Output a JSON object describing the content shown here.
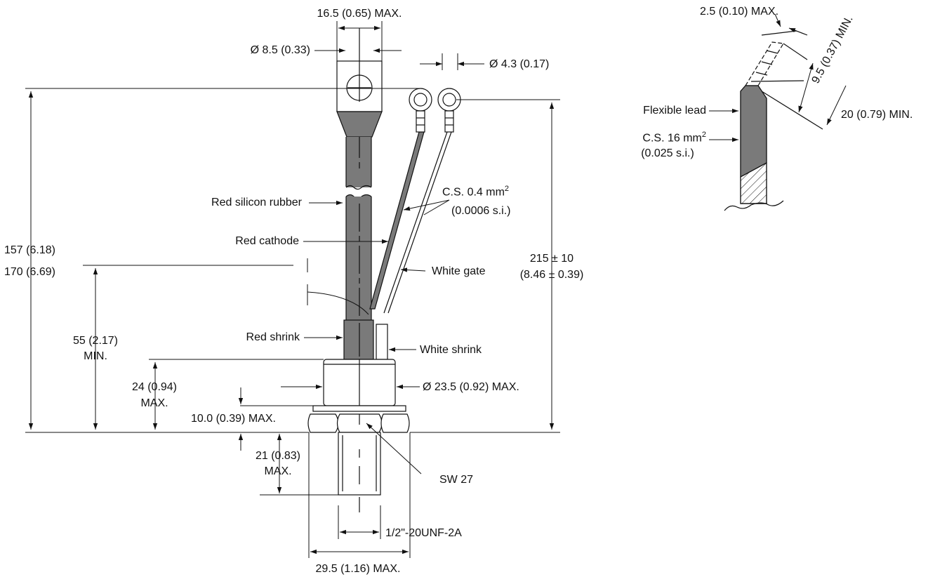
{
  "labels": {
    "top_width": "16.5 (0.65) MAX.",
    "hole_dia": "Ø 8.5 (0.33)",
    "ring_dia": "Ø 4.3 (0.17)",
    "red_silicon_rubber": "Red silicon rubber",
    "red_cathode": "Red cathode",
    "cs_small": "C.S. 0.4 mm",
    "cs_small_exp": "2",
    "cs_small_si": "(0.0006 s.i.)",
    "white_gate": "White gate",
    "lead_length_mm": "215 ± 10",
    "lead_length_in": "(8.46 ± 0.39)",
    "height_a": "157 (6.18)",
    "height_b": "170 (6.69)",
    "min55_a": "55 (2.17)",
    "min55_b": "MIN.",
    "red_shrink": "Red shrink",
    "white_shrink": "White shrink",
    "h24_a": "24 (0.94)",
    "h24_b": "MAX.",
    "body_dia": "Ø 23.5 (0.92) MAX.",
    "h10": "10.0 (0.39) MAX.",
    "h21_a": "21 (0.83)",
    "h21_b": "MAX.",
    "sw": "SW 27",
    "thread": "1/2\"-20UNF-2A",
    "width_bottom": "29.5 (1.16) MAX.",
    "detail_25": "2.5 (0.10) MAX.",
    "detail_95": "9.5 (0.37) MIN.",
    "detail_20": "20 (0.79) MIN.",
    "flexible_lead": "Flexible lead",
    "cs_large": "C.S. 16 mm",
    "cs_large_exp": "2",
    "cs_large_si": "(0.025 s.i.)"
  },
  "colors": {
    "ink": "#111111",
    "lead_fill": "#7a7a7a"
  }
}
